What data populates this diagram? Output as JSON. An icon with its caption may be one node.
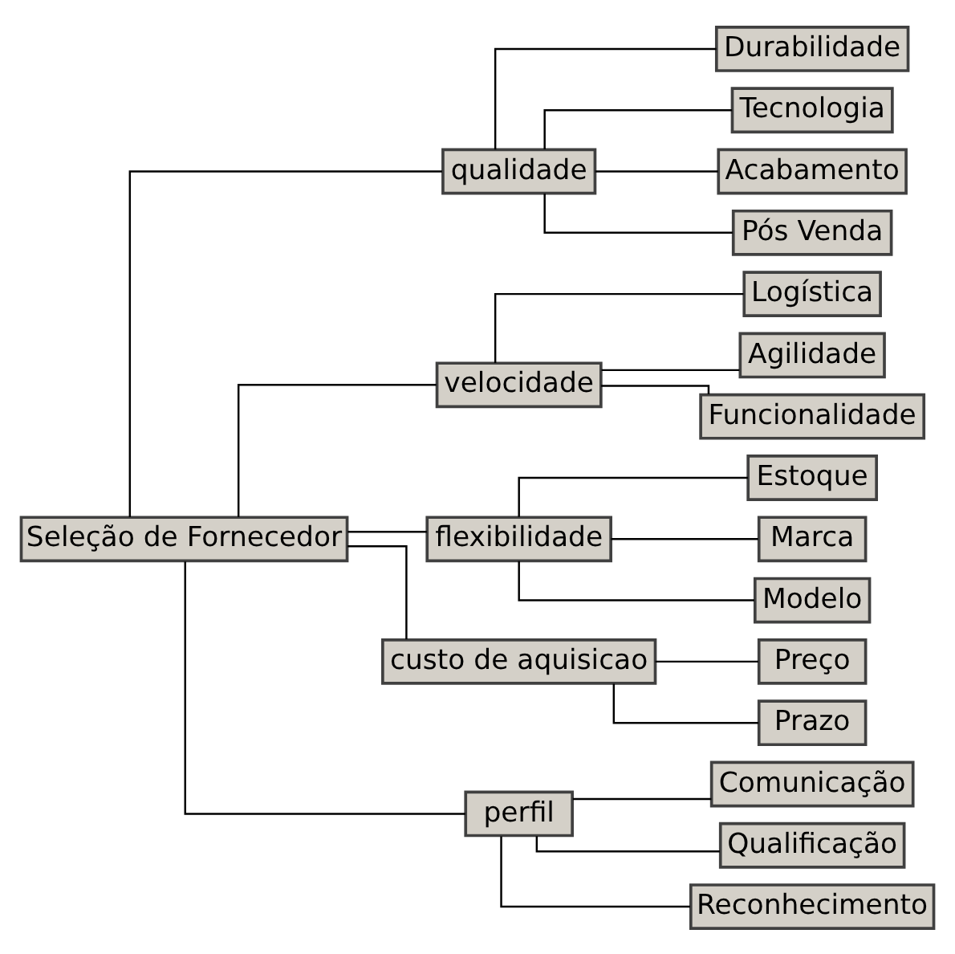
{
  "diagram": {
    "nodes": [
      {
        "text": [
          "Seleção de Fornecedor"
        ]
      },
      {
        "text": [
          "qualidade"
        ]
      },
      {
        "text": [
          "Durabilidade"
        ]
      },
      {
        "text": [
          "Tecnologia"
        ]
      },
      {
        "text": [
          "Acabamento"
        ]
      },
      {
        "text": [
          "Pós Venda"
        ]
      },
      {
        "text": [
          "velocidade"
        ]
      },
      {
        "text": [
          "Logística"
        ]
      },
      {
        "text": [
          "Agilidade"
        ]
      },
      {
        "text": [
          "Funcionalidade"
        ]
      },
      {
        "text": [
          "flexibilidade"
        ]
      },
      {
        "text": [
          "Estoque"
        ]
      },
      {
        "text": [
          "Marca"
        ]
      },
      {
        "text": [
          "Modelo"
        ]
      },
      {
        "text": [
          "custo de aquisicao"
        ]
      },
      {
        "text": [
          "Preço"
        ]
      },
      {
        "text": [
          "Prazo"
        ]
      },
      {
        "text": [
          "perfil"
        ]
      },
      {
        "text": [
          "Comunicação"
        ]
      },
      {
        "text": [
          "Qualificação"
        ]
      },
      {
        "text": [
          "Reconhecimento"
        ]
      }
    ],
    "edges": [
      {
        "from": 0,
        "to": 1,
        "arrow": "none"
      },
      {
        "from": 1,
        "to": 2,
        "arrow": "none"
      },
      {
        "from": 1,
        "to": 3,
        "arrow": "none"
      },
      {
        "from": 1,
        "to": 4,
        "arrow": "none"
      },
      {
        "from": 1,
        "to": 5,
        "arrow": "none"
      },
      {
        "from": 0,
        "to": 6,
        "arrow": "none"
      },
      {
        "from": 6,
        "to": 7,
        "arrow": "none"
      },
      {
        "from": 6,
        "to": 8,
        "arrow": "none"
      },
      {
        "from": 6,
        "to": 9,
        "arrow": "none"
      },
      {
        "from": 0,
        "to": 10,
        "arrow": "none"
      },
      {
        "from": 10,
        "to": 11,
        "arrow": "none"
      },
      {
        "from": 10,
        "to": 12,
        "arrow": "none"
      },
      {
        "from": 10,
        "to": 13,
        "arrow": "none"
      },
      {
        "from": 0,
        "to": 14,
        "arrow": "none"
      },
      {
        "from": 14,
        "to": 15,
        "arrow": "none"
      },
      {
        "from": 14,
        "to": 16,
        "arrow": "none"
      },
      {
        "from": 0,
        "to": 17,
        "arrow": "none"
      },
      {
        "from": 17,
        "to": 18,
        "arrow": "none"
      },
      {
        "from": 17,
        "to": 19,
        "arrow": "none"
      },
      {
        "from": 17,
        "to": 20,
        "arrow": "none"
      }
    ]
  }
}
